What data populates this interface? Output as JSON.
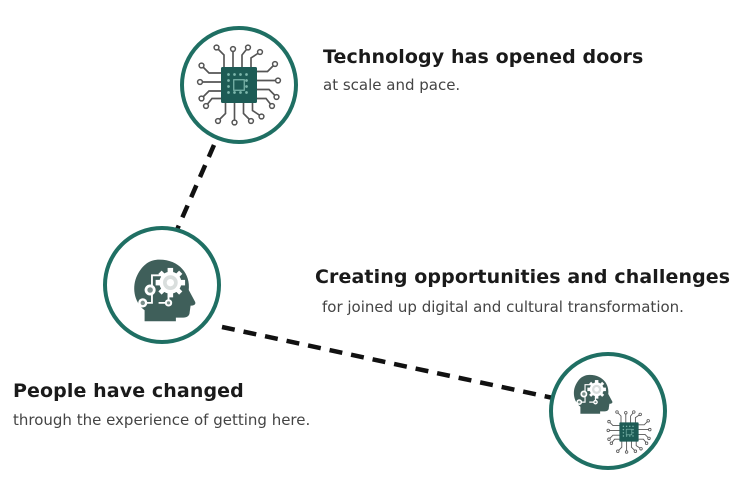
{
  "colors": {
    "ring": "#1f6f63",
    "icon_fill": "#3f5f5a",
    "chip_fill": "#1d5b55",
    "chip_dots": "#7fb8ad",
    "connector": "#111111",
    "trace": "#555555"
  },
  "nodes": {
    "technology": {
      "title": "Technology has opened doors",
      "subtitle": "at scale and pace.",
      "icon": "circuit-chip-icon"
    },
    "opportunities": {
      "title": "Creating opportunities and challenges",
      "subtitle": "for joined up digital and cultural transformation.",
      "icon": "head-chip-icon"
    },
    "people": {
      "title": "People have changed",
      "subtitle": "through the experience of getting here.",
      "icon": "head-gears-icon"
    }
  }
}
